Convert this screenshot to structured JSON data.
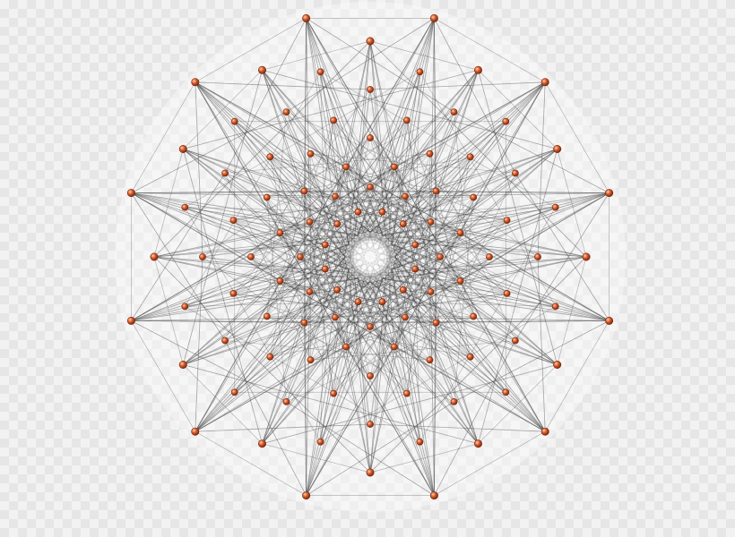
{
  "graph": {
    "kind": "polytope-projection",
    "symmetry_order": 12,
    "rings": [
      {
        "nodes_per_ring": 12,
        "phase": "offset"
      },
      {
        "nodes_per_ring": 12,
        "phase": "aligned"
      },
      {
        "nodes_per_ring": 12,
        "phase": "offset"
      },
      {
        "nodes_per_ring": 12,
        "phase": "aligned"
      },
      {
        "nodes_per_ring": 12,
        "phase": "offset"
      },
      {
        "nodes_per_ring": 12,
        "phase": "aligned"
      },
      {
        "nodes_per_ring": 12,
        "phase": "offset"
      },
      {
        "nodes_per_ring": 12,
        "phase": "aligned"
      },
      {
        "nodes_per_ring": 12,
        "phase": "offset"
      },
      {
        "nodes_per_ring": 12,
        "phase": "aligned"
      }
    ],
    "edge_color": "#3a3a3a",
    "node_color": "#d0552a",
    "node_highlight_color": "#ffb48a",
    "node_outline_color": "#7a2a10",
    "background_tile_color": "#e6e6e6",
    "background_color": "#f2f2f2"
  }
}
